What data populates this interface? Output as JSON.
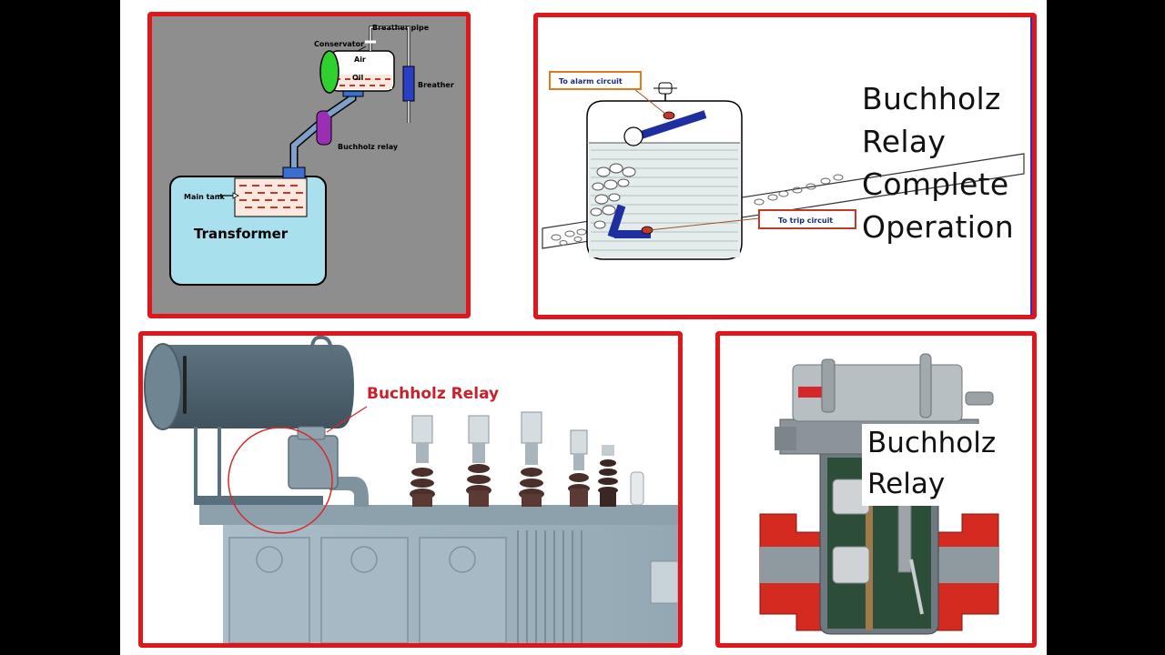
{
  "panels": {
    "schematic": {
      "labels": {
        "conservator": "Conservator",
        "breather_pipe": "Breather pipe",
        "air": "Air",
        "oil": "Oil",
        "breather": "Breather",
        "buchholz_relay": "Buchholz relay",
        "main_tank": "Main tank",
        "transformer": "Transformer"
      }
    },
    "operation": {
      "alarm_label": "To alarm circuit",
      "trip_label": "To trip circuit",
      "title_lines": [
        "Buchholz",
        "Relay",
        "Complete",
        "Operation"
      ]
    },
    "photo": {
      "label": "Buchholz Relay"
    },
    "cutaway": {
      "label_lines": [
        "Buchholz",
        "Relay"
      ]
    }
  },
  "colors": {
    "panel_border": "#e0161b",
    "schematic_bg": "#8e8e8e",
    "tank_fill": "#a8e0ee",
    "conservator_cap": "#2fd12f",
    "breather_blue": "#2b3fc4",
    "relay_purple": "#9a2fb5",
    "pipe_blue": "#6a8fb7",
    "flange_red": "#d42a1f",
    "photo_label_red": "#c9202a"
  }
}
